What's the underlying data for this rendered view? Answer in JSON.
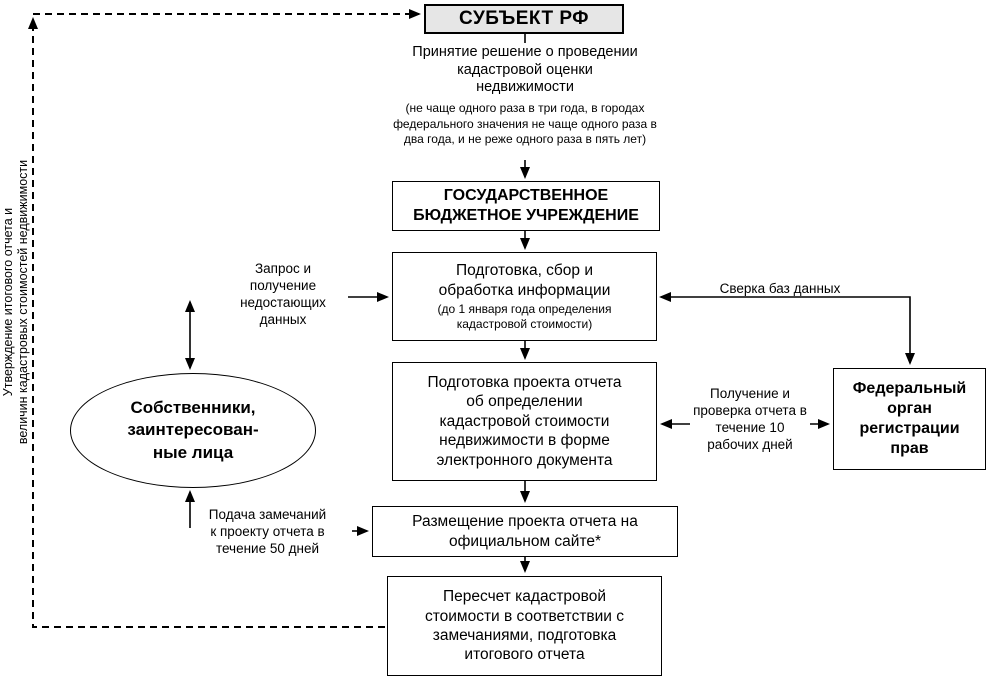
{
  "diagram": {
    "nodes": {
      "subject": {
        "label": "СУБЪЕКТ РФ"
      },
      "decision": {
        "title": "Принятие решение о проведении кадастровой оценки недвижимости",
        "note": "(не чаще одного раза в три года, в городах федерального значения не чаще одного раза в два года, и не реже одного раза в пять лет)"
      },
      "gbu": {
        "label": "ГОСУДАРСТВЕННОЕ БЮДЖЕТНОЕ УЧРЕЖДЕНИЕ"
      },
      "collect": {
        "title": "Подготовка, сбор и обработка информации",
        "note": "(до 1 января года определения кадастровой стоимости)"
      },
      "draft": {
        "label": "Подготовка проекта отчета об определении кадастровой стоимости недвижимости в форме электронного документа"
      },
      "publish": {
        "label": "Размещение проекта отчета на официальном сайте*"
      },
      "recalc": {
        "label": "Пересчет кадастровой стоимости в соответствии с замечаниями, подготовка итогового отчета"
      },
      "owners": {
        "lines": [
          "Собственники,",
          "заинтересован-",
          "ные лица"
        ]
      },
      "federal": {
        "label": "Федеральный орган регистрации прав"
      }
    },
    "edge_labels": {
      "request": "Запрос и получение недостающих данных",
      "data_sync": "Сверка баз данных",
      "report_check": "Получение и проверка отчета в течение 10 рабочих дней",
      "comments": "Подача замечаний к проекту отчета в течение 50 дней",
      "approval": [
        "Утверждение итогового отчета и",
        "величин кадастровых стоимостей недвижимости"
      ]
    },
    "colors": {
      "line": "#000000",
      "text": "#000000",
      "box_fill": "#ffffff",
      "subject_fill": "#e6e6e6"
    }
  }
}
